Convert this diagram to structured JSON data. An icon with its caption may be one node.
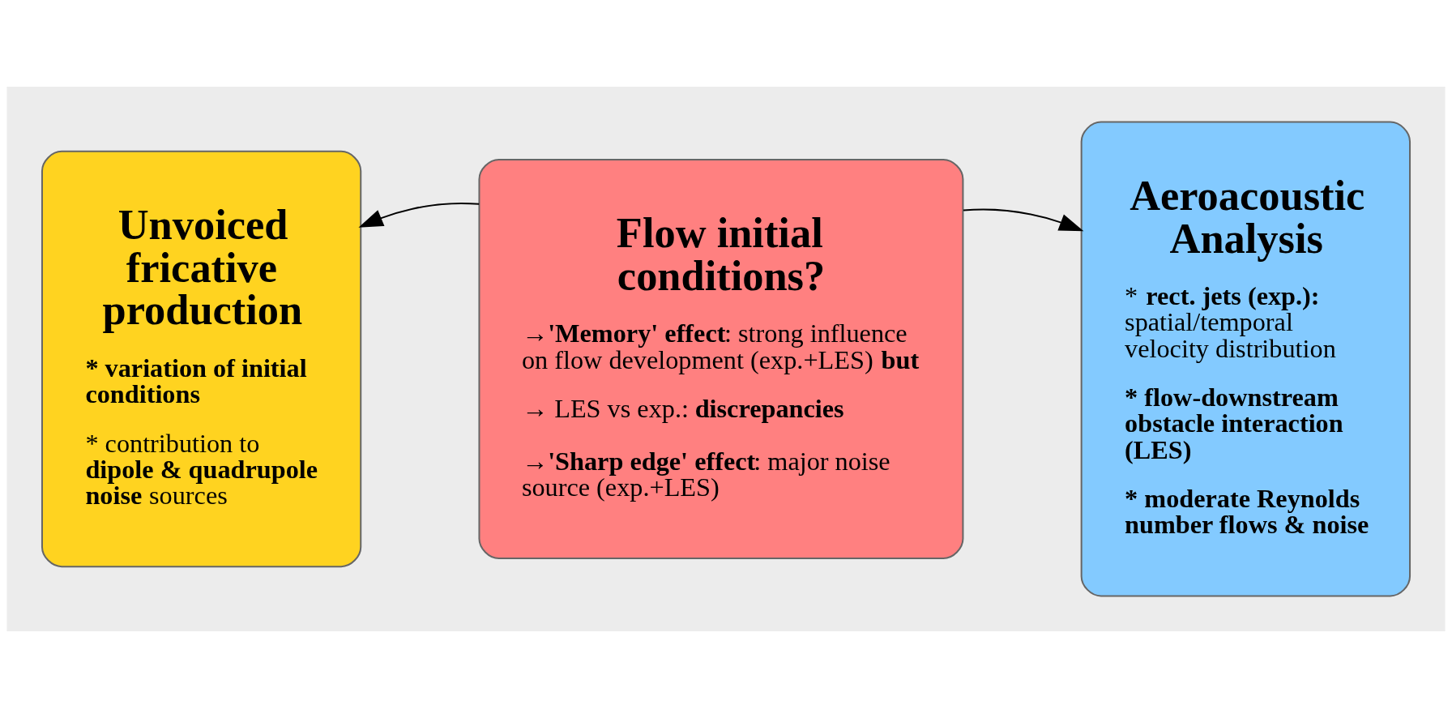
{
  "diagram": {
    "nodes": [
      {
        "text": [
          "Unvoiced fricative production",
          "* variation of initial conditions",
          "* contribution to **dipole & quadrupole noise** sources"
        ]
      },
      {
        "text": [
          "Flow initial conditions?",
          "→**'Memory' effect**: strong influence on flow development (exp.+LES) **but**",
          "→ LES vs exp.: **discrepancies**",
          "→**'Sharp edge' effect**: major noise source (exp.+LES)"
        ]
      },
      {
        "text": [
          "Aeroacoustic Analysis",
          "* **rect. jets (exp.):** spatial/temporal velocity distribution",
          "* flow-downstream obstacle interaction (LES)",
          "* moderate Reynolds number flows & noise"
        ]
      }
    ],
    "edges": [
      {
        "from": 1,
        "to": 0,
        "arrow": "to"
      },
      {
        "from": 1,
        "to": 2,
        "arrow": "to"
      }
    ]
  }
}
